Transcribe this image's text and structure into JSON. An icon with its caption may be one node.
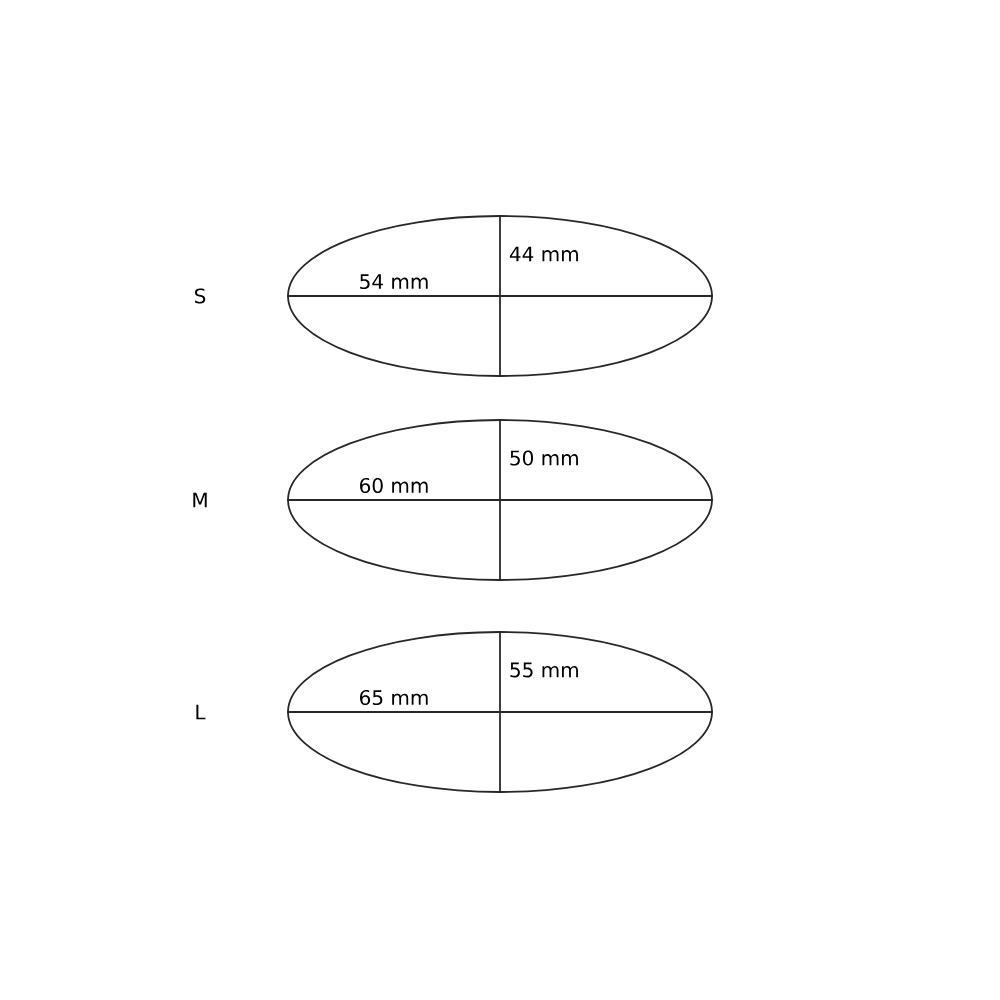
{
  "diagram": {
    "nodes": [
      {
        "text": [
          "54 mm",
          "44 mm"
        ]
      },
      {
        "text": [
          "60 mm",
          "50 mm"
        ]
      },
      {
        "text": [
          "65 mm",
          "55 mm"
        ]
      }
    ],
    "labels": [
      "S",
      "M",
      "L"
    ]
  }
}
